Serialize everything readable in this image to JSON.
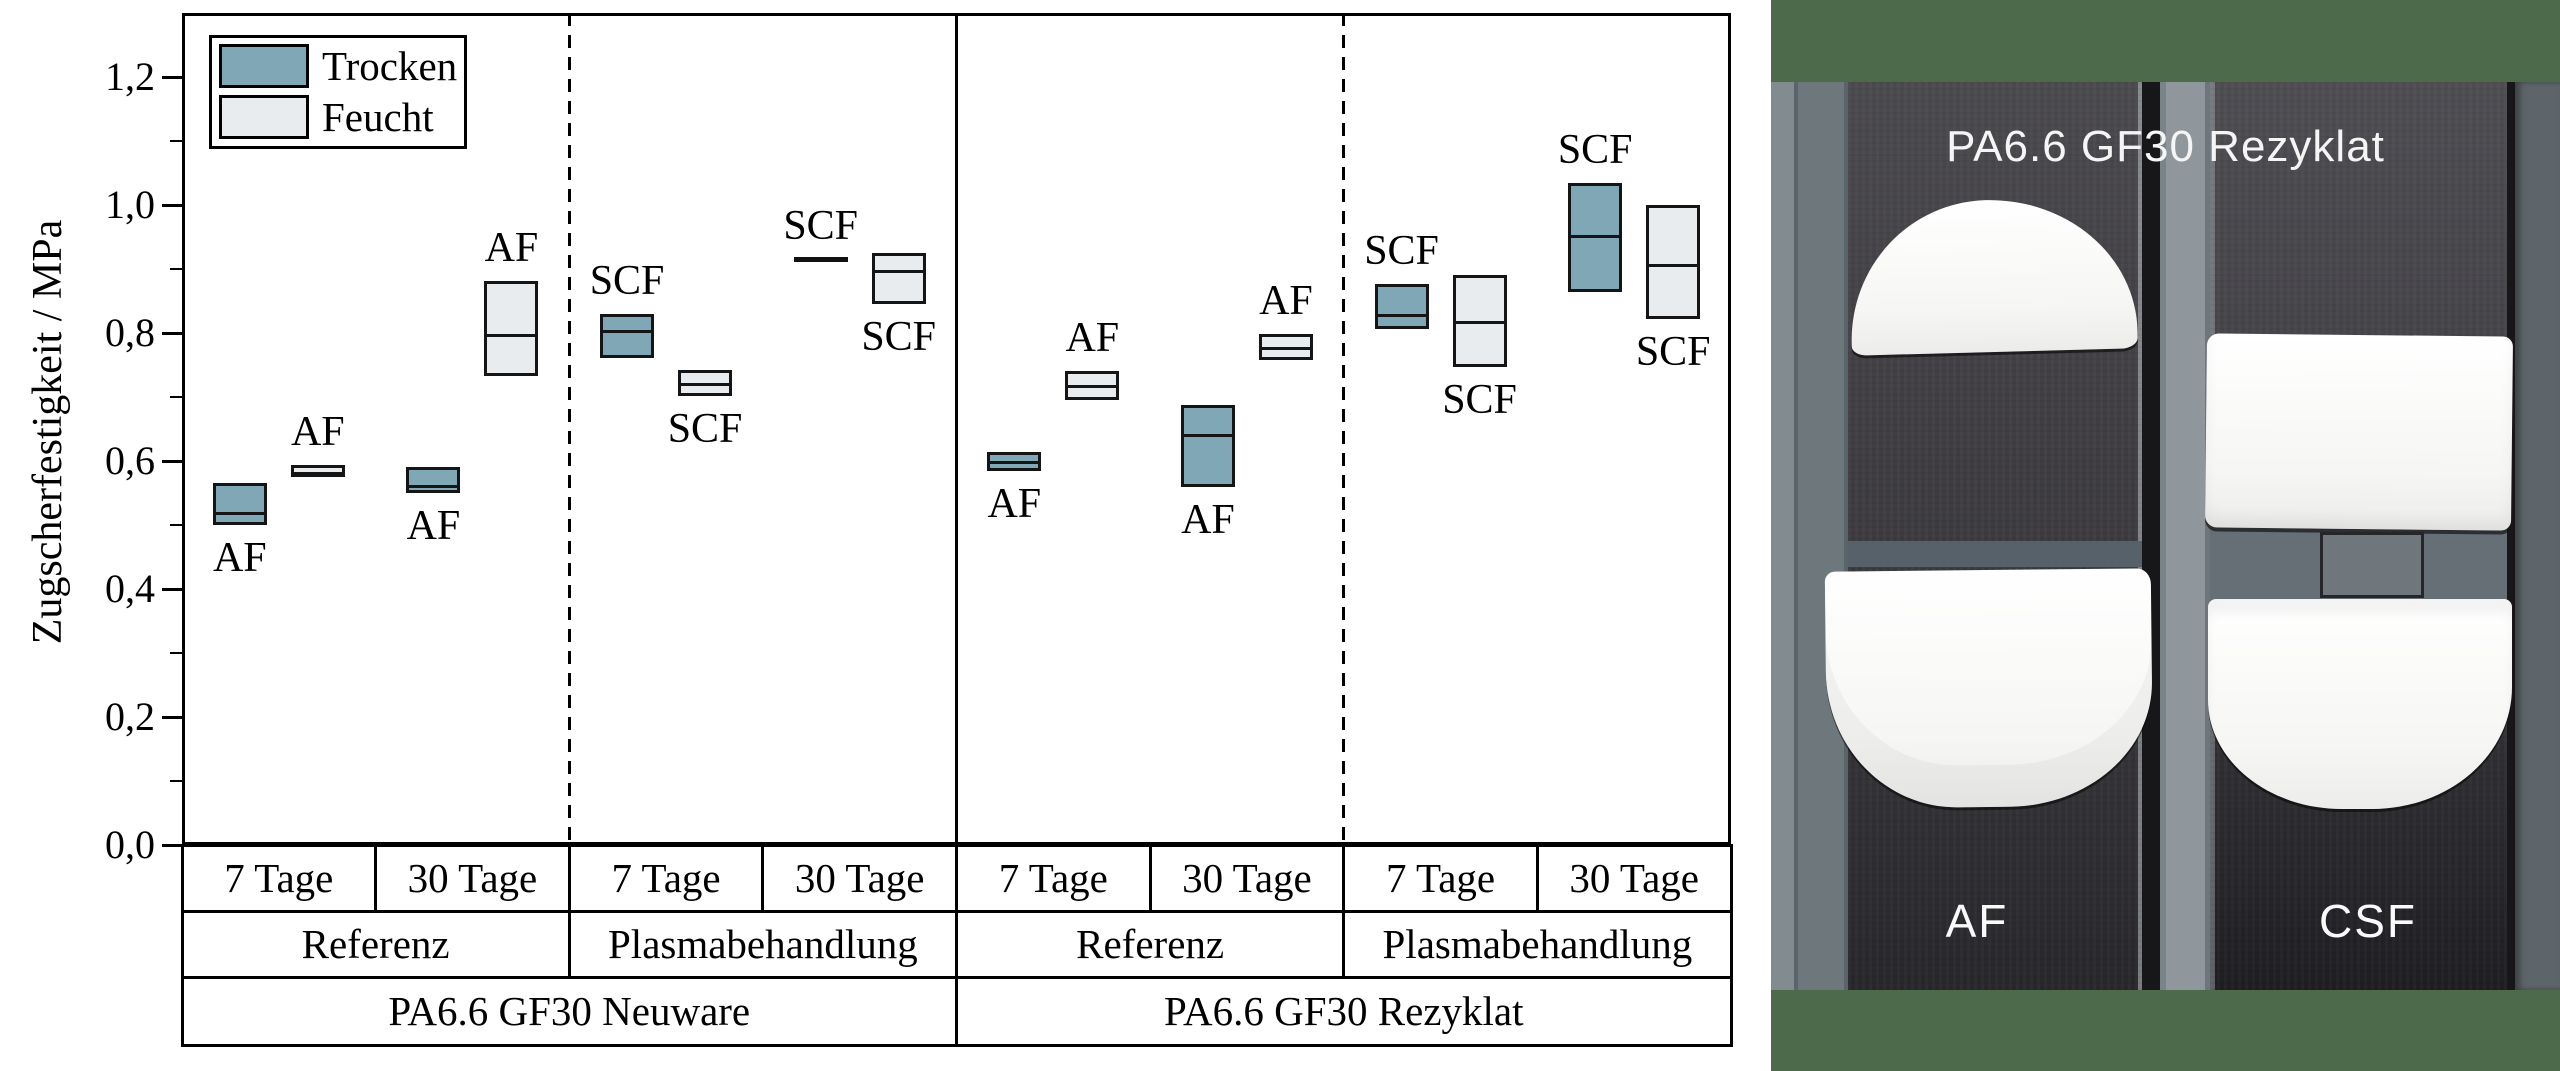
{
  "y_axis": {
    "label": "Zugscherfestigkeit / MPa",
    "tick_values": [
      0.0,
      0.2,
      0.4,
      0.6,
      0.8,
      1.0,
      1.2
    ],
    "tick_labels": [
      "0,0",
      "0,2",
      "0,4",
      "0,6",
      "0,8",
      "1,0",
      "1,2"
    ],
    "minor_tick_values": [
      0.1,
      0.3,
      0.5,
      0.7,
      0.9,
      1.1
    ],
    "ymin": 0.0,
    "ymax": 1.3,
    "unit": "MPa"
  },
  "legend": {
    "items": [
      {
        "label": "Trocken",
        "color": "#7fa7b5"
      },
      {
        "label": "Feucht",
        "color": "#e8ecee"
      }
    ]
  },
  "colors": {
    "trocken_fill": "#7fa7b5",
    "feucht_fill": "#e8ecee",
    "box_border": "#151515",
    "green_background": "#4d6a4a"
  },
  "chart_data": {
    "type": "box",
    "title": "",
    "ylabel": "Zugscherfestigkeit / MPa",
    "ylim": [
      0.0,
      1.3
    ],
    "grid": false,
    "legend_position": "top-left",
    "series_names": [
      "Trocken",
      "Feucht"
    ],
    "groups": [
      {
        "panel": "PA6.6 GF30 Neuware",
        "treatment": "Referenz",
        "time": "7 Tage",
        "boxes": [
          {
            "series": "Trocken",
            "label": "AF",
            "label_pos": "below",
            "q1": 0.5,
            "median": 0.52,
            "q3": 0.565
          },
          {
            "series": "Feucht",
            "label": "AF",
            "label_pos": "above",
            "q1": 0.575,
            "median": 0.583,
            "q3": 0.593
          }
        ]
      },
      {
        "panel": "PA6.6 GF30 Neuware",
        "treatment": "Referenz",
        "time": "30 Tage",
        "boxes": [
          {
            "series": "Trocken",
            "label": "AF",
            "label_pos": "below",
            "q1": 0.55,
            "median": 0.563,
            "q3": 0.59
          },
          {
            "series": "Feucht",
            "label": "AF",
            "label_pos": "above",
            "q1": 0.733,
            "median": 0.798,
            "q3": 0.881
          }
        ]
      },
      {
        "panel": "PA6.6 GF30 Neuware",
        "treatment": "Plasmabehandlung",
        "time": "7 Tage",
        "boxes": [
          {
            "series": "Trocken",
            "label": "SCF",
            "label_pos": "above",
            "q1": 0.761,
            "median": 0.805,
            "q3": 0.83
          },
          {
            "series": "Feucht",
            "label": "SCF",
            "label_pos": "below",
            "q1": 0.702,
            "median": 0.722,
            "q3": 0.742
          }
        ]
      },
      {
        "panel": "PA6.6 GF30 Neuware",
        "treatment": "Plasmabehandlung",
        "time": "30 Tage",
        "boxes": [
          {
            "series": "Trocken",
            "label": "SCF",
            "label_pos": "above",
            "q1": 0.913,
            "median": 0.915,
            "q3": 0.917,
            "flat": true
          },
          {
            "series": "Feucht",
            "label": "SCF",
            "label_pos": "below",
            "q1": 0.845,
            "median": 0.898,
            "q3": 0.925
          }
        ]
      },
      {
        "panel": "PA6.6 GF30 Rezyklat",
        "treatment": "Referenz",
        "time": "7 Tage",
        "boxes": [
          {
            "series": "Trocken",
            "label": "AF",
            "label_pos": "below",
            "q1": 0.585,
            "median": 0.6,
            "q3": 0.614
          },
          {
            "series": "Feucht",
            "label": "AF",
            "label_pos": "above",
            "q1": 0.695,
            "median": 0.719,
            "q3": 0.74
          }
        ]
      },
      {
        "panel": "PA6.6 GF30 Rezyklat",
        "treatment": "Referenz",
        "time": "30 Tage",
        "boxes": [
          {
            "series": "Trocken",
            "label": "AF",
            "label_pos": "below",
            "q1": 0.56,
            "median": 0.642,
            "q3": 0.688
          },
          {
            "series": "Feucht",
            "label": "AF",
            "label_pos": "above",
            "q1": 0.758,
            "median": 0.778,
            "q3": 0.798
          }
        ]
      },
      {
        "panel": "PA6.6 GF30 Rezyklat",
        "treatment": "Plasmabehandlung",
        "time": "7 Tage",
        "boxes": [
          {
            "series": "Trocken",
            "label": "SCF",
            "label_pos": "above",
            "q1": 0.807,
            "median": 0.83,
            "q3": 0.876
          },
          {
            "series": "Feucht",
            "label": "SCF",
            "label_pos": "below",
            "q1": 0.747,
            "median": 0.819,
            "q3": 0.89
          }
        ]
      },
      {
        "panel": "PA6.6 GF30 Rezyklat",
        "treatment": "Plasmabehandlung",
        "time": "30 Tage",
        "boxes": [
          {
            "series": "Trocken",
            "label": "SCF",
            "label_pos": "above",
            "q1": 0.864,
            "median": 0.953,
            "q3": 1.035
          },
          {
            "series": "Feucht",
            "label": "SCF",
            "label_pos": "below",
            "q1": 0.822,
            "median": 0.908,
            "q3": 1.0
          }
        ]
      }
    ],
    "x_axis_rows": [
      {
        "cells": [
          "7 Tage",
          "30 Tage",
          "7 Tage",
          "30 Tage",
          "7 Tage",
          "30 Tage",
          "7 Tage",
          "30 Tage"
        ],
        "span": 1
      },
      {
        "cells": [
          "Referenz",
          "Plasmabehandlung",
          "Referenz",
          "Plasmabehandlung"
        ],
        "span": 2
      },
      {
        "cells": [
          "PA6.6 GF30 Neuware",
          "PA6.6 GF30 Rezyklat"
        ],
        "span": 4
      }
    ]
  },
  "photo": {
    "title": "PA6.6 GF30 Rezyklat",
    "label_left": "AF",
    "label_right": "CSF"
  }
}
